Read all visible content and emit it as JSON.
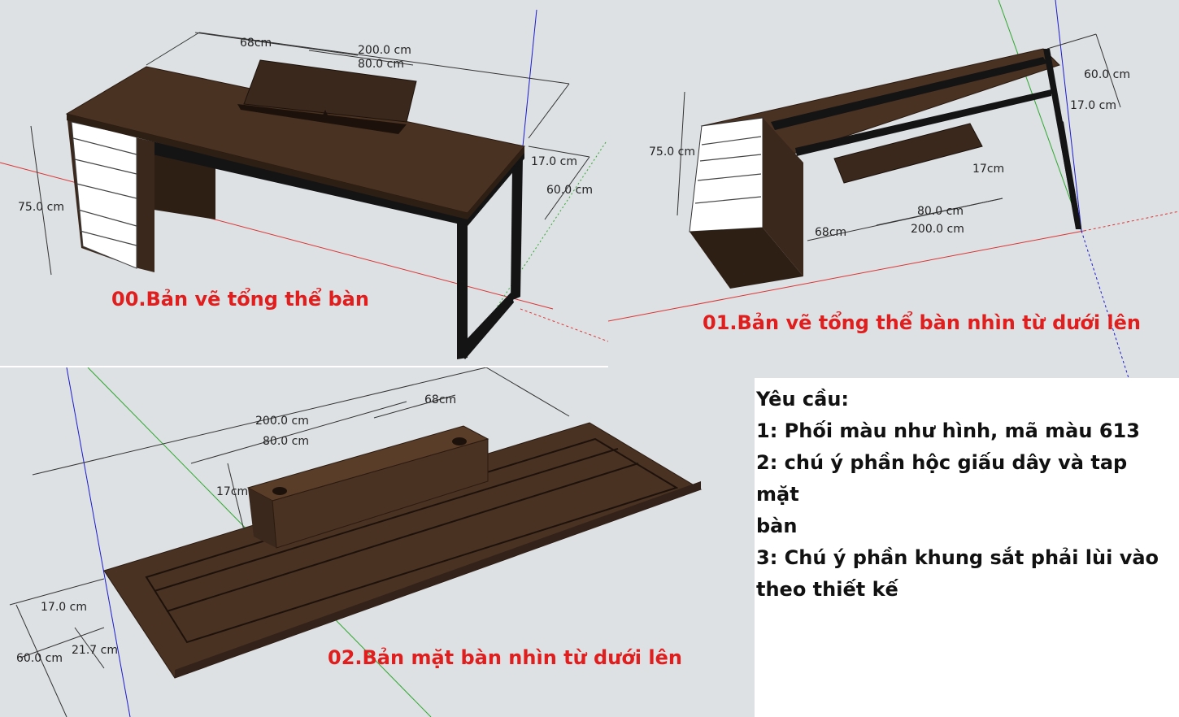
{
  "panel0": {
    "caption": "00.Bản vẽ tổng thể bàn",
    "dims": {
      "d68": "68cm",
      "d200": "200.0 cm",
      "d80": "80.0 cm",
      "d17": "17.0 cm",
      "d60": "60.0 cm",
      "d75": "75.0 cm"
    }
  },
  "panel1": {
    "caption": "01.Bản vẽ tổng thể bàn nhìn từ dưới lên",
    "dims": {
      "d60": "60.0 cm",
      "d17a": "17.0 cm",
      "d75": "75.0 cm",
      "d17b": "17cm",
      "d80": "80.0 cm",
      "d68": "68cm",
      "d200": "200.0 cm"
    }
  },
  "panel2": {
    "caption": "02.Bản mặt bàn nhìn từ dưới lên",
    "dims": {
      "d200": "200.0 cm",
      "d68": "68cm",
      "d80": "80.0 cm",
      "d17b": "17cm",
      "d17": "17.0 cm",
      "d217": "21.7 cm",
      "d60": "60.0 cm"
    }
  },
  "requirements": {
    "title": "Yêu cầu:",
    "line1": "1: Phối màu như hình, mã màu 613",
    "line2": "2: chú ý phần hộc giấu dây và tap mặt",
    "line2b": "bàn",
    "line3": "3: Chú ý phần khung sắt phải lùi vào",
    "line3b": "theo thiết kế"
  },
  "colors": {
    "wood": "#4a3222",
    "wood_dark": "#33221a",
    "frame": "#121212",
    "drawer": "#ffffff",
    "caption": "#e01e1e",
    "background": "#dde1e4"
  }
}
